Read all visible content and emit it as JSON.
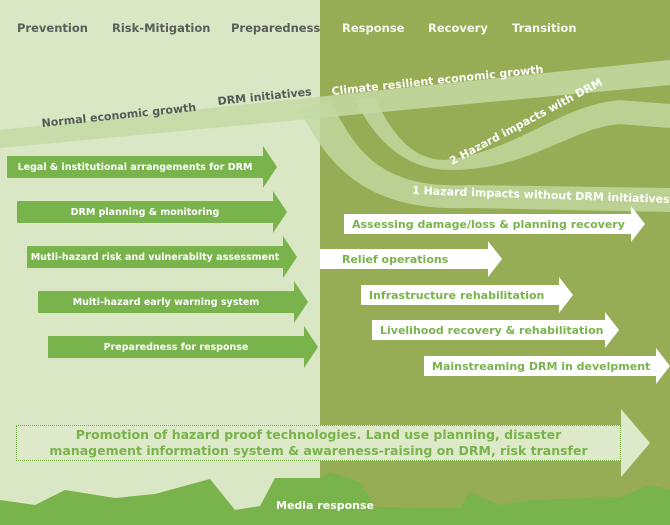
{
  "colors": {
    "left_background": "#d9e7c4",
    "right_background": "#97ad55",
    "arrow_green": "#79b34c",
    "arrow_white": "#ffffff",
    "band_light": "#c3d9a3",
    "dark_text": "#5a5e5a"
  },
  "phases": {
    "left": [
      "Prevention",
      "Risk-Mitigation",
      "Preparedness"
    ],
    "right": [
      "Response",
      "Recovery",
      "Transition"
    ]
  },
  "growth_band": {
    "segments": [
      "Normal economic growth",
      "DRM initiatives",
      "Climate resilient economic growth"
    ]
  },
  "hazard_curves": {
    "with_drm": "2 Hazard impacts with DRM",
    "without_drm": "1 Hazard impacts without DRM initiatives"
  },
  "pre_disaster_arrows": [
    "Legal & institutional arrangements for DRM",
    "DRM planning & monitoring",
    "Mutli-hazard risk and vulnerabilty assessment",
    "Multi-hazard early warning system",
    "Preparedness for response"
  ],
  "post_disaster_arrows": [
    "Assessing damage/loss & planning recovery",
    "Relief operations",
    "Infrastructure rehabilitation",
    "Livelihood recovery & rehabilitation",
    "Mainstreaming DRM in develpment"
  ],
  "cross_cutting": {
    "line1": "Promotion of hazard proof technologies. Land use planning, disaster",
    "line2": "management information system & awareness-raising on DRM, risk transfer"
  },
  "media": {
    "label": "Media response"
  }
}
